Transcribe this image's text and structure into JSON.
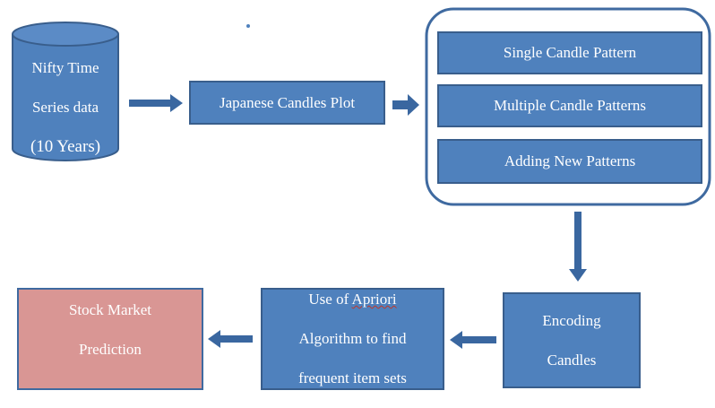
{
  "diagram": {
    "nodes": {
      "nifty_data": {
        "lines": [
          "Nifty Time",
          "Series data",
          "(10 Years)"
        ]
      },
      "japanese_candles": {
        "text": "Japanese Candles Plot"
      },
      "single_candle": {
        "text": "Single Candle Pattern"
      },
      "multiple_candle": {
        "text": "Multiple Candle Patterns"
      },
      "adding_new": {
        "text": "Adding New Patterns"
      },
      "encoding": {
        "lines": [
          "Encoding",
          "Candles"
        ]
      },
      "apriori": {
        "line1_prefix": "Use of ",
        "line1_word": "Apriori",
        "line2": "Algorithm to find",
        "line3": "frequent item sets"
      },
      "stock_prediction": {
        "lines": [
          "Stock Market",
          "Prediction"
        ]
      }
    },
    "colors": {
      "box_fill": "#4f81bd",
      "box_stroke": "#395e8c",
      "arrow_fill": "#3a67a0",
      "group_stroke": "#3f6aa0",
      "prediction_fill": "#d99694",
      "prediction_stroke": "#3f6aa0"
    }
  }
}
